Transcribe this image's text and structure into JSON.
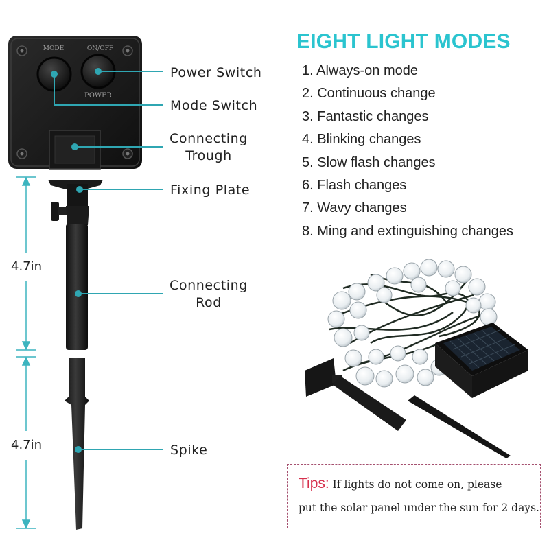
{
  "diagram": {
    "panel": {
      "mode_label": "MODE",
      "onoff_label": "ON/OFF",
      "power_label": "POWER"
    },
    "callouts": {
      "power_switch": "Power Switch",
      "mode_switch": "Mode Switch",
      "connecting_trough": [
        "Connecting",
        "Trough"
      ],
      "fixing_plate": "Fixing Plate",
      "connecting_rod": [
        "Connecting",
        "Rod"
      ],
      "spike": "Spike"
    },
    "dimensions": {
      "rod_length": "4.7in",
      "spike_length": "4.7in"
    }
  },
  "modes": {
    "title": "EIGHT LIGHT MODES",
    "items": [
      "1. Always-on mode",
      "2. Continuous change",
      "3. Fantastic changes",
      "4. Blinking changes",
      "5. Slow flash changes",
      "6. Flash changes",
      "7. Wavy changes",
      "8. Ming and extinguishing changes"
    ]
  },
  "tips": {
    "label": "Tips:",
    "line1": " If lights do not come on, please",
    "line2": "put the solar panel under the sun for 2 days."
  },
  "colors": {
    "accent": "#2bc4cf",
    "tips_label": "#d6304d",
    "tips_border": "#a5506f",
    "leader_lines": "#2fa6b2",
    "dimension_lines": "#3cb4bf"
  }
}
